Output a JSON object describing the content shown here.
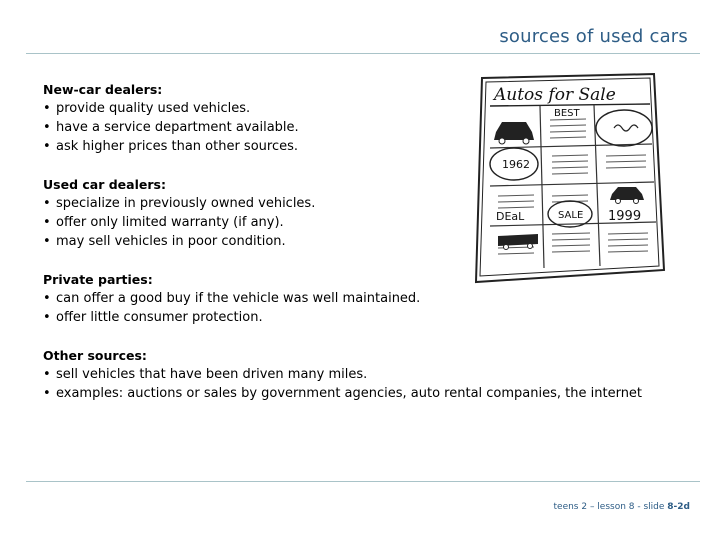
{
  "header": {
    "title": "sources of used cars"
  },
  "sections": [
    {
      "heading": "New-car dealers:",
      "bullets": [
        "provide quality used vehicles.",
        "have a service department available.",
        "ask higher prices than other sources."
      ]
    },
    {
      "heading": "Used car dealers:",
      "bullets": [
        "specialize in previously owned vehicles.",
        "offer only limited warranty (if any).",
        "may sell vehicles in poor condition."
      ]
    },
    {
      "heading": "Private parties:",
      "bullets": [
        "can offer a good buy if the vehicle was well maintained.",
        "offer little consumer protection."
      ]
    },
    {
      "heading": "Other sources:",
      "bullets": [
        "sell vehicles that have been driven many miles.",
        "examples: auctions or sales by government agencies, auto rental companies, the internet"
      ]
    }
  ],
  "illustration": {
    "header": "Autos for Sale",
    "labels": {
      "best": "BEST",
      "year": "1962",
      "deal": "DEaL",
      "sale": "SALE",
      "price": "1999"
    }
  },
  "footer": {
    "prefix": "teens 2 – lesson 8 - slide ",
    "slide": "8-2d"
  }
}
